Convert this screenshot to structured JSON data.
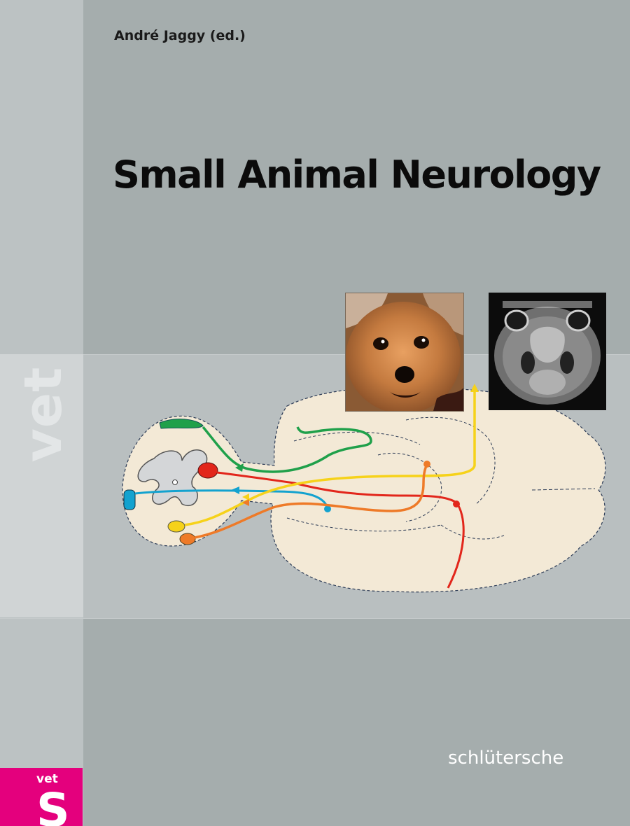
{
  "cover": {
    "author": "André Jaggy (ed.)",
    "title": "Small Animal Neurology",
    "spine_label": "vet",
    "publisher": "schlütersche",
    "badge": {
      "label": "vet",
      "letter": "S",
      "color": "#e4007d"
    }
  },
  "colors": {
    "background": "#a5adad",
    "band": "#b9bfc0",
    "brain": "#f3e9d6",
    "pathway_green": "#1fa04a",
    "pathway_red": "#e2261b",
    "pathway_blue": "#13a2cf",
    "pathway_yellow": "#f6d21a",
    "pathway_orange": "#ee7a28"
  },
  "images": [
    {
      "name": "dog-photo",
      "subject": "pomeranian dog face"
    },
    {
      "name": "mri-photo",
      "subject": "brain MRI cross-section"
    }
  ]
}
